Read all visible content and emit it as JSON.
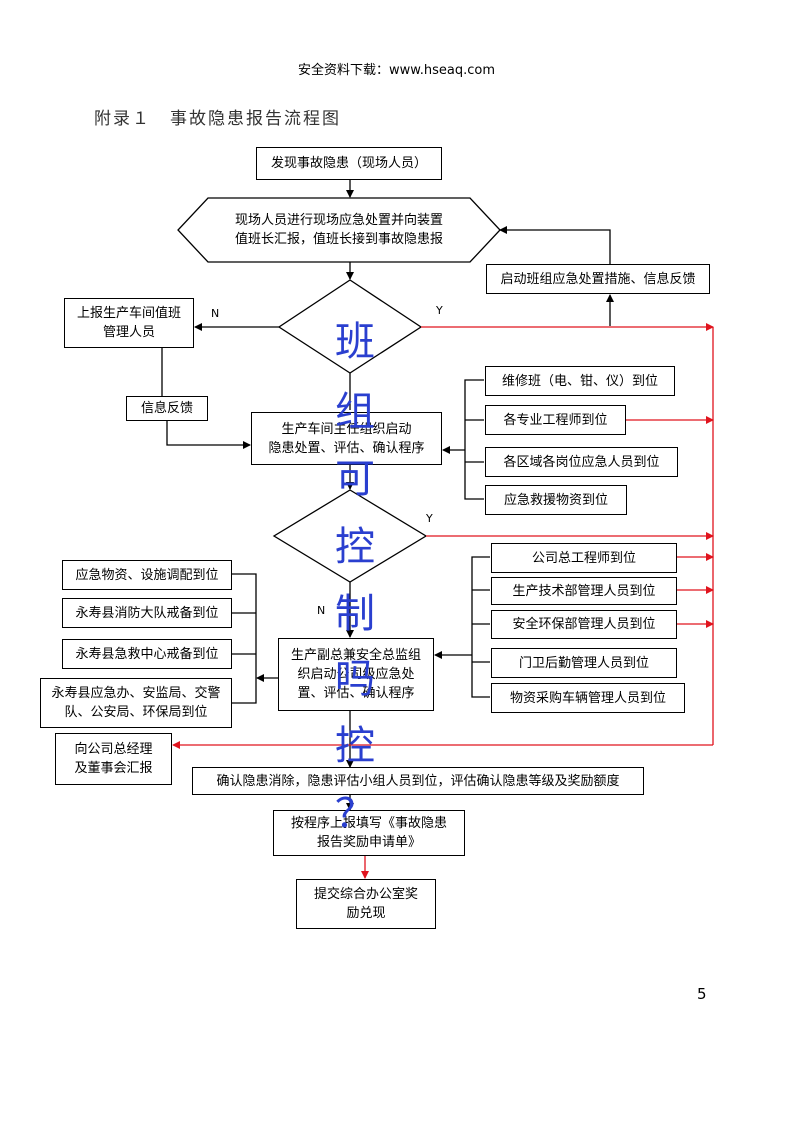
{
  "header": "安全资料下载：www.hseaq.com",
  "title": "附录１　事故隐患报告流程图",
  "page_number": "5",
  "nodes": {
    "discover": "发现事故隐患（现场人员）",
    "handle1": "现场人员进行现场应急处置并向装置",
    "handle2": "值班长汇报，值班长接到事故隐患报",
    "team_measures": "启动班组应急处置措施、信息反馈",
    "report_workshop": "上报生产车间值班管理人员",
    "info_feedback": "信息反馈",
    "workshop_proc1": "生产车间主任组织启动",
    "workshop_proc2": "隐患处置、评估、确认程序",
    "repair": "维修班（电、钳、仪）到位",
    "engineers": "各专业工程师到位",
    "area_staff": "各区域各岗位应急人员到位",
    "materials": "应急救援物资到位",
    "chief_engineer": "公司总工程师到位",
    "tech_dept": "生产技术部管理人员到位",
    "safety_dept": "安全环保部管理人员到位",
    "logistics": "门卫后勤管理人员到位",
    "purchase": "物资采购车辆管理人员到位",
    "allocate": "应急物资、设施调配到位",
    "fire": "永寿县消防大队戒备到位",
    "rescue": "永寿县急救中心戒备到位",
    "county": "永寿县应急办、安监局、交警队、公安局、环保局到位",
    "vp_proc": "生产副总兼安全总监组织启动公司级应急处置、评估、确认程序",
    "gm": "向公司总经理及董事会汇报",
    "confirm": "确认隐患消除，隐患评估小组人员到位，评估确认隐患等级及奖励额度",
    "fill": "按程序上报填写《事故隐患报告奖励申请单》",
    "submit": "提交综合办公室奖励兑现"
  },
  "labels": {
    "n1": "N",
    "y1": "Y",
    "y2": "Y",
    "n2": "N"
  },
  "watermark": [
    "班",
    "组",
    "可",
    "控",
    "制",
    "吗",
    "控",
    "？"
  ],
  "colors": {
    "line": "#000000",
    "red": "#e0141e",
    "watermark": "#2a3fcf"
  }
}
